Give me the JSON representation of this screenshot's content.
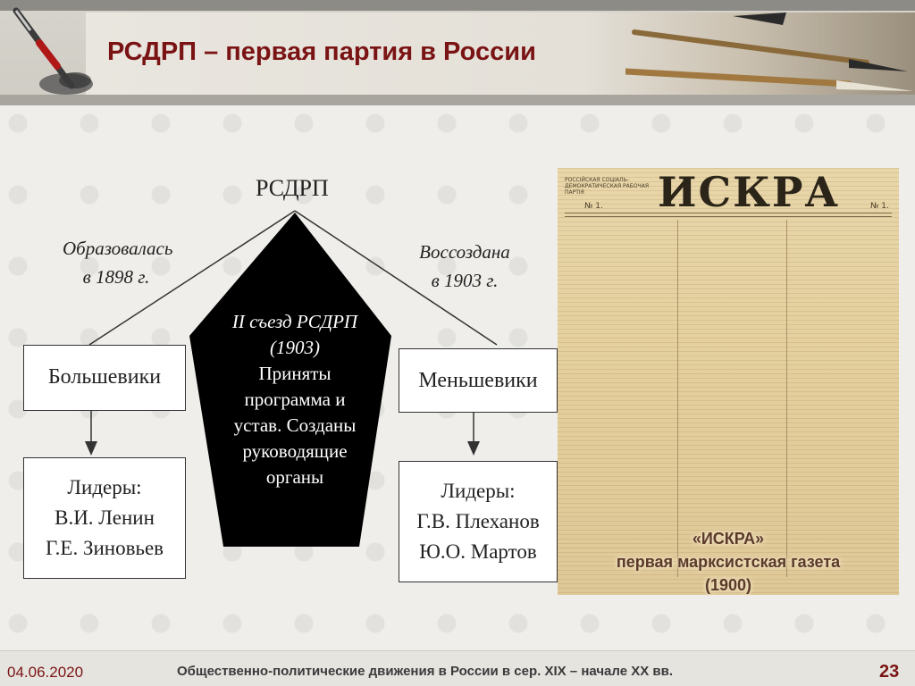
{
  "header": {
    "title": "РСДРП – первая партия в России"
  },
  "diagram": {
    "root": "РСДРП",
    "left_note": [
      "Образовалась",
      "в 1898 г."
    ],
    "right_note": [
      "Воссоздана",
      "в 1903 г."
    ],
    "congress": {
      "title_lines": [
        "II съезд РСДРП",
        "(1903)"
      ],
      "body_lines": [
        "Приняты",
        "программа и",
        "устав. Созданы",
        "руководящие",
        "органы"
      ]
    },
    "left_faction": "Большевики",
    "right_faction": "Меньшевики",
    "left_leaders": [
      "Лидеры:",
      "В.И. Ленин",
      "Г.Е. Зиновьев"
    ],
    "right_leaders": [
      "Лидеры:",
      "Г.В. Плеханов",
      "Ю.О. Мартов"
    ]
  },
  "newspaper": {
    "masthead": "ИСКРА",
    "corner_left": "РОССІЙСКАЯ СОЦІАЛЬ-ДЕМОКРАТИЧЕСКАЯ РАБОЧАЯ ПАРТІЯ",
    "issue_left": "№ 1.",
    "issue_right": "№ 1.",
    "caption": [
      "«ИСКРА»",
      "первая марксистская газета",
      "(1900)"
    ]
  },
  "footer": {
    "date": "04.06.2020",
    "text": "Общественно-политические движения в России в сер. XIX – начале XX вв.",
    "page": "23"
  }
}
